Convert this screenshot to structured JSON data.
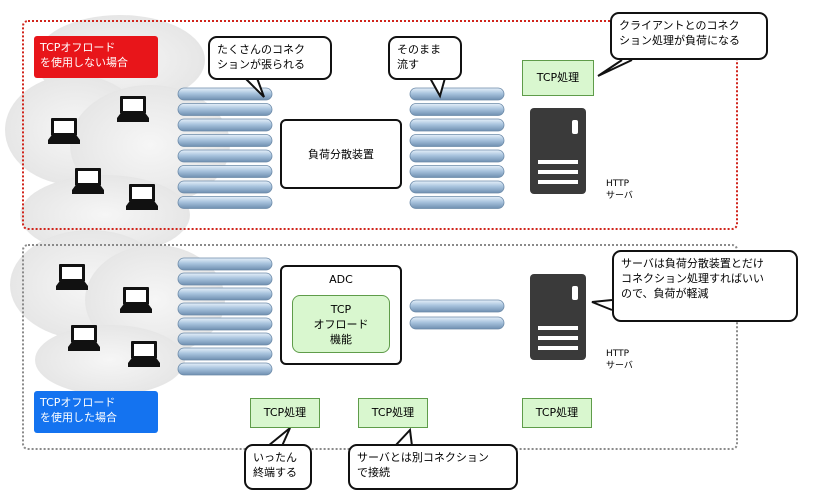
{
  "top_section": {
    "label_line1": "TCPオフロード",
    "label_line2": "を使用しない場合",
    "callout_connections_line1": "たくさんのコネク",
    "callout_connections_line2": "ションが張られる",
    "callout_passthrough_line1": "そのまま",
    "callout_passthrough_line2": "流す",
    "callout_server_load_line1": "クライアントとのコネク",
    "callout_server_load_line2": "ション処理が負荷になる",
    "load_balancer": "負荷分散装置",
    "tcp_processing": "TCP処理",
    "server_line1": "HTTP",
    "server_line2": "サーバ"
  },
  "bottom_section": {
    "label_line1": "TCPオフロード",
    "label_line2": "を使用した場合",
    "adc_title": "ADC",
    "adc_inner_line1": "TCP",
    "adc_inner_line2": "オフロード",
    "adc_inner_line3": "機能",
    "tcp_processing_1": "TCP処理",
    "tcp_processing_2": "TCP処理",
    "tcp_processing_3": "TCP処理",
    "callout_server_line1": "サーバは負荷分散装置とだけ",
    "callout_server_line2": "コネクション処理すればいい",
    "callout_server_line3": "ので、負荷が軽減",
    "callout_terminate_line1": "いったん",
    "callout_terminate_line2": "終端する",
    "callout_separate_line1": "サーバとは別コネクション",
    "callout_separate_line2": "で接続",
    "server_line1": "HTTP",
    "server_line2": "サーバ"
  },
  "colors": {
    "red_label": "#e8151a",
    "blue_label": "#1473f0",
    "tcp_box_fill": "#d9f7cf",
    "pipe": "#9fbcd8",
    "server": "#3a3a3a"
  }
}
